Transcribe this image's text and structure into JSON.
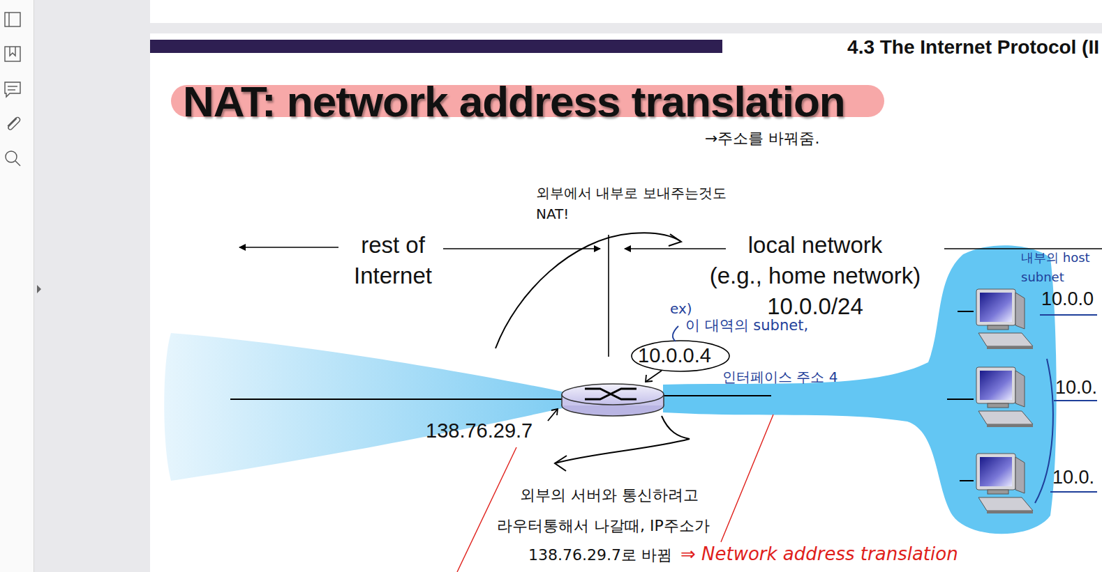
{
  "diagram": {
    "title": "NAT: network address translation",
    "labels": [
      "4.3 The Internet Protocol (II",
      "→주소를 바꿔줌.",
      "외부에서 내부로 보내주는것도 NAT!",
      "rest of Internet",
      "local network",
      "(e.g., home network)",
      "10.0.0/24",
      "ex)",
      "이 대역의 subnet,",
      "10.0.0.4",
      "인터페이스 주소 4",
      "138.76.29.7",
      "외부의 서버와 통신하려고",
      "라우터통해서 나갈때, IP주소가",
      "138.76.29.7로 바뀜",
      "⇒ Network address translation",
      "내부의 host subnet",
      "10.0.0",
      "10.0.",
      "10.0."
    ]
  }
}
